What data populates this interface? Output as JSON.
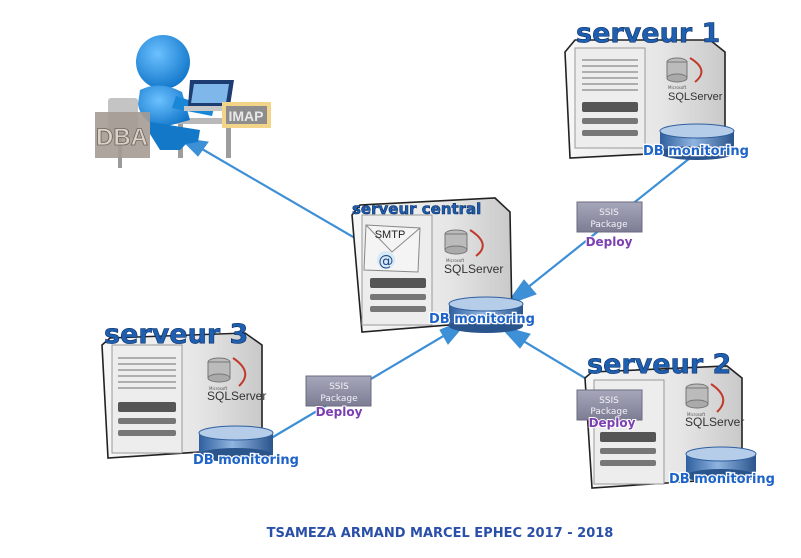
{
  "servers": {
    "server1": {
      "title": "serveur 1"
    },
    "server2": {
      "title": "serveur 2"
    },
    "server3": {
      "title": "serveur 3"
    },
    "central": {
      "title": "serveur central",
      "smtp_label": "SMTP",
      "at_symbol": "@"
    }
  },
  "sql_server": {
    "vendor": "Microsoft",
    "product": "SQLServer"
  },
  "db_monitoring_label": "DB monitoring",
  "ssis_package": {
    "line1": "SSIS",
    "line2": "Package",
    "deploy": "Deploy"
  },
  "dba": {
    "label": "DBA",
    "imap_label": "IMAP"
  },
  "footer": "TSAMEZA ARMAND MARCEL EPHEC 2017 - 2018",
  "colors": {
    "arrow": "#3d8fd6",
    "title": "#1f5fb0",
    "db_label": "#1e63c8",
    "deploy": "#7a3fb0",
    "ssis_box": "#8e8ea6",
    "dba_tag": "#a59b93",
    "imap_tag": "#f3d58a",
    "person": "#1e90e0"
  }
}
